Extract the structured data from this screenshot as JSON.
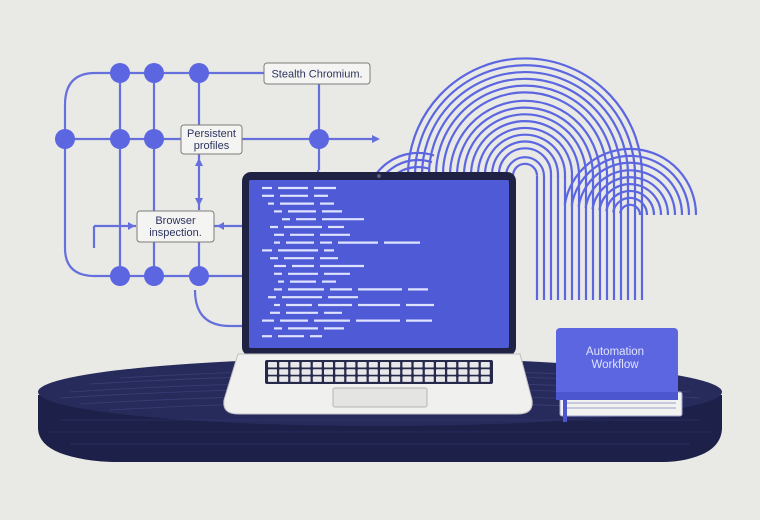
{
  "labels": {
    "stealth": "Stealth Chromium.",
    "persistent_line1": "Persistent",
    "persistent_line2": "profiles",
    "browser_line1": "Browser",
    "browser_line2": "inspection."
  },
  "book": {
    "title_line1": "Automation",
    "title_line2": "Workflow"
  },
  "colors": {
    "background": "#e9e9e6",
    "accent": "#5b66e0",
    "screen": "#4f5bd6",
    "platform": "#1d2048",
    "laptop_body": "#f0f0ee"
  },
  "icons": {
    "cloud": "fingerprint-cloud-icon",
    "network": "node-network-diagram"
  }
}
